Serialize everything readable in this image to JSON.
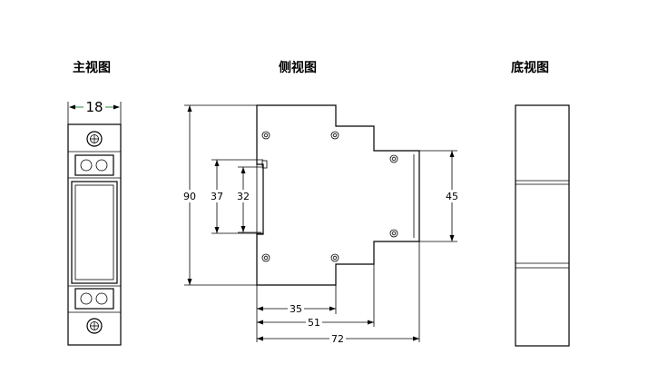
{
  "views": {
    "front": {
      "title": "主视图"
    },
    "side": {
      "title": "侧视图"
    },
    "bottom": {
      "title": "底视图"
    }
  },
  "dimensions": {
    "width": "18",
    "height_total": "90",
    "height_37": "37",
    "height_32": "32",
    "height_45": "45",
    "depth_35": "35",
    "depth_51": "51",
    "depth_72": "72"
  },
  "colors": {
    "line": "#000000",
    "background": "#ffffff",
    "accent": "#2a8a3a"
  }
}
